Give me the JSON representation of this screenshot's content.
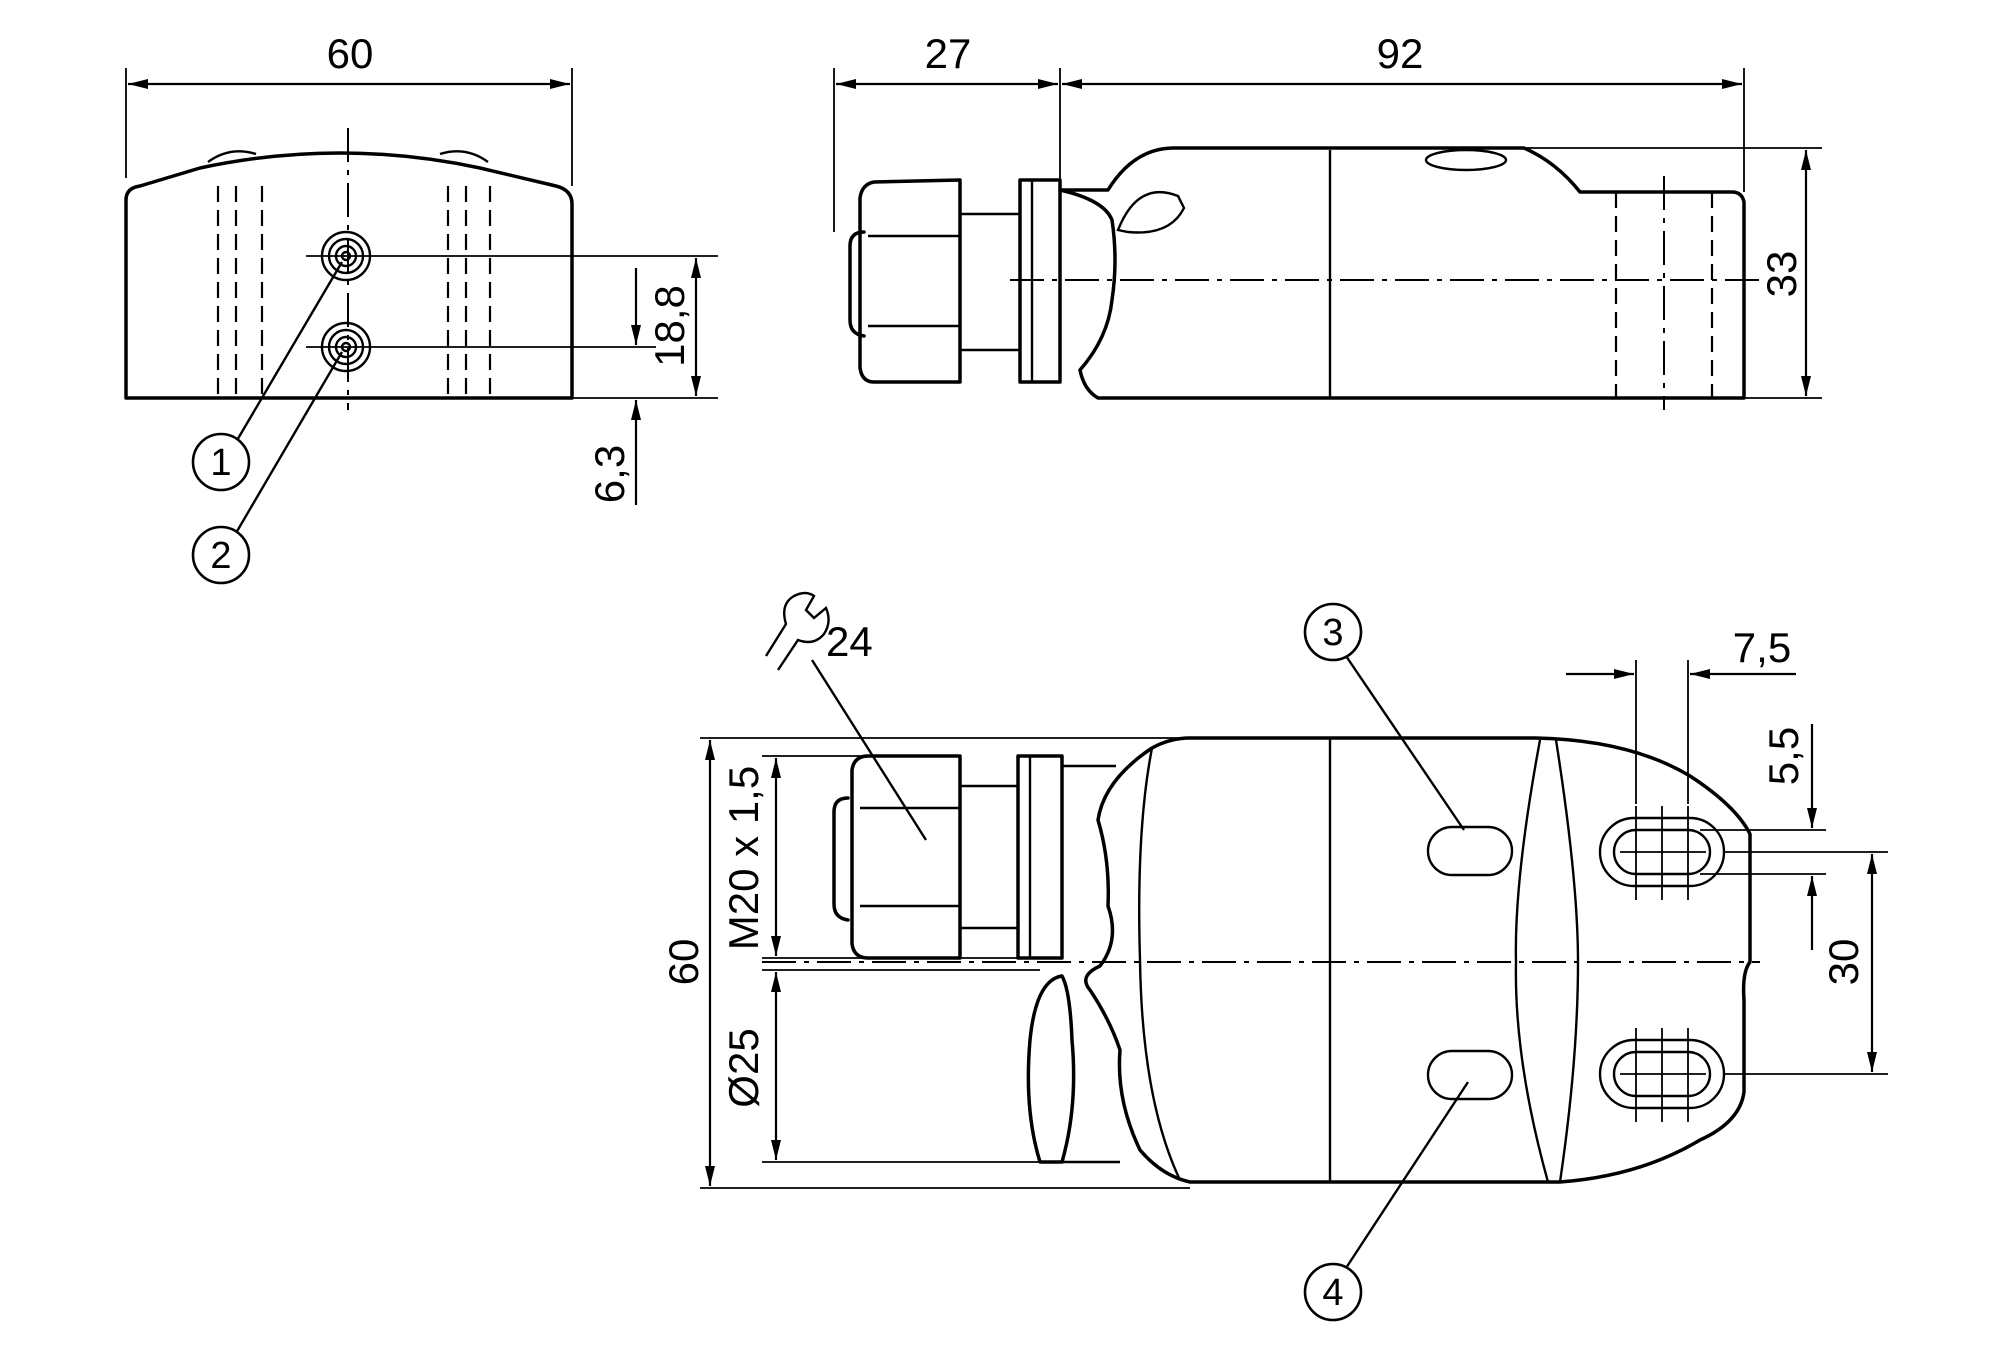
{
  "dimensions": {
    "front_width": "60",
    "side_cable_gland_length": "27",
    "side_body_length": "92",
    "side_height": "33",
    "led_spacing": "18,8",
    "led_bottom_offset": "6,3",
    "wrench_size": "24",
    "thread": "M20 x 1,5",
    "gland_diameter": "Ø25",
    "top_width": "60",
    "slot_length": "7,5",
    "slot_width": "5,5",
    "hole_spacing": "30"
  },
  "callouts": [
    "1",
    "2",
    "3",
    "4"
  ]
}
